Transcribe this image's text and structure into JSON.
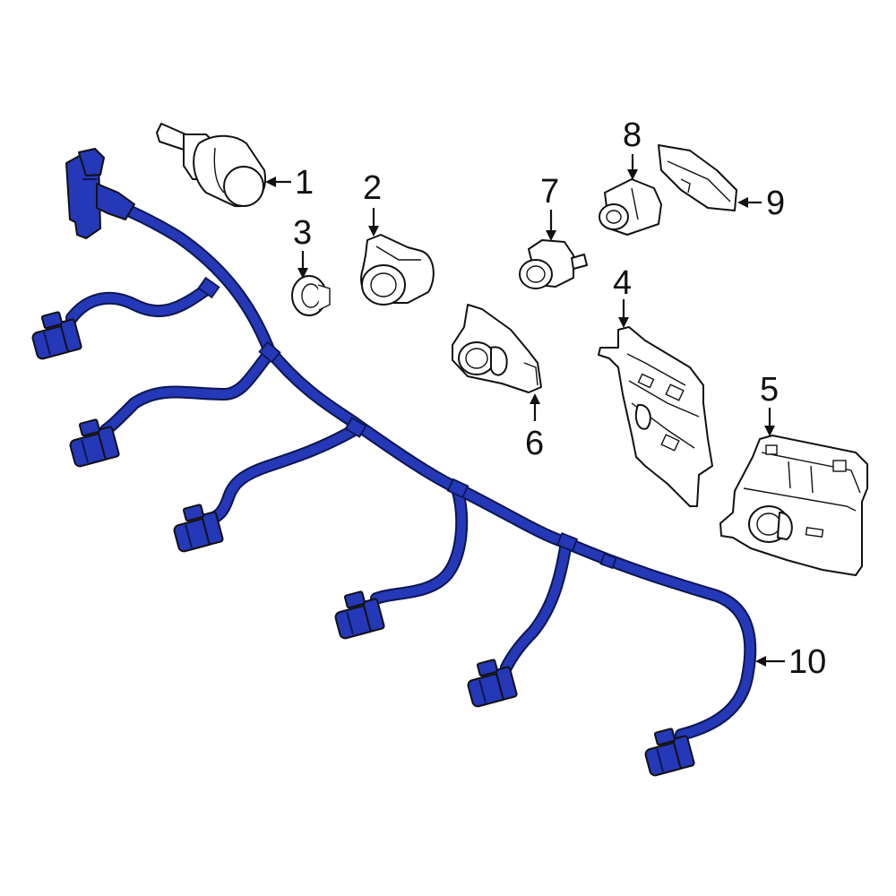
{
  "diagram": {
    "callouts": [
      {
        "id": "1",
        "label": "1"
      },
      {
        "id": "2",
        "label": "2"
      },
      {
        "id": "3",
        "label": "3"
      },
      {
        "id": "4",
        "label": "4"
      },
      {
        "id": "5",
        "label": "5"
      },
      {
        "id": "6",
        "label": "6"
      },
      {
        "id": "7",
        "label": "7"
      },
      {
        "id": "8",
        "label": "8"
      },
      {
        "id": "9",
        "label": "9"
      },
      {
        "id": "10",
        "label": "10"
      }
    ],
    "colors": {
      "harness": "#2438b8",
      "harness_outline": "#0d164f",
      "line": "#111111",
      "background": "#ffffff"
    }
  }
}
